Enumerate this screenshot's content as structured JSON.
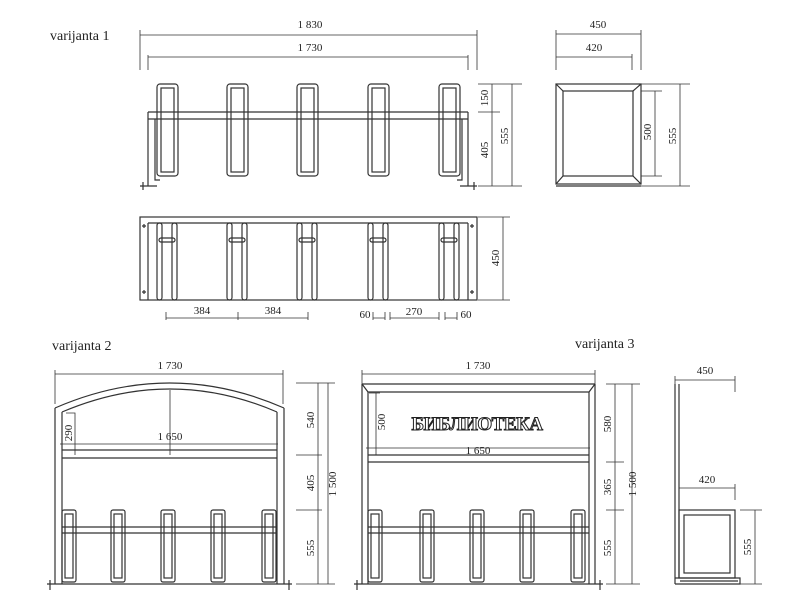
{
  "variants": {
    "v1": {
      "label": "varijanta 1",
      "front": {
        "overall_width": "1 830",
        "inner_width": "1 730",
        "dim_top": "150",
        "dim_lower": "405",
        "dim_height": "555"
      },
      "side": {
        "overall_width": "450",
        "inner_width": "420",
        "dim_inner_height": "500",
        "dim_height": "555"
      },
      "plan": {
        "depth": "450",
        "spacing_1": "384",
        "spacing_2": "384",
        "gap_left": "60",
        "slot_span": "270",
        "gap_right": "60"
      }
    },
    "v2": {
      "label": "varijanta 2",
      "overall_width": "1 730",
      "inner_width": "1 650",
      "arch_side_height": "290",
      "dim_top": "540",
      "dim_mid": "405",
      "dim_bottom": "555",
      "dim_total": "1 500"
    },
    "v3": {
      "label": "varijanta 3",
      "overall_width": "1 730",
      "inner_width": "1 650",
      "sign_height": "500",
      "sign_text": "БИБЛИОТЕКА",
      "dim_top": "580",
      "dim_mid": "365",
      "dim_bottom": "555",
      "dim_total": "1 500",
      "side": {
        "overall_width": "450",
        "inner_width": "420",
        "dim_height": "555"
      }
    }
  },
  "colors": {
    "line": "#333333",
    "background": "#ffffff"
  }
}
